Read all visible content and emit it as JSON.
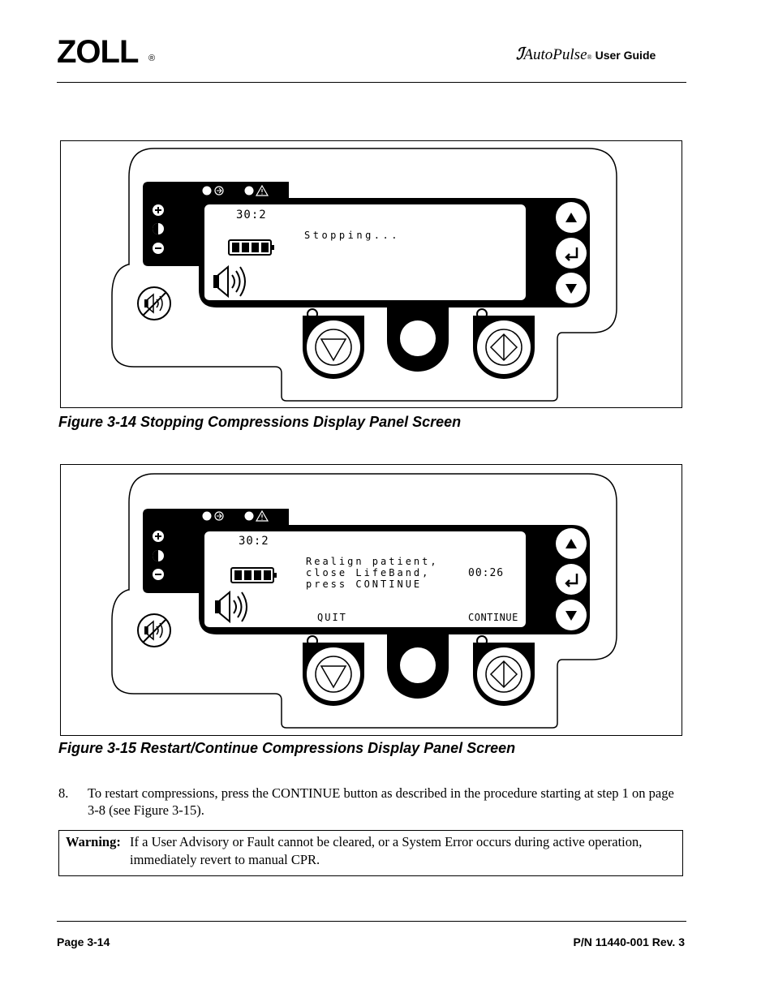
{
  "header": {
    "logo": "ZOLL",
    "logo_reg": "®",
    "brand_mark": "ℐ",
    "brand_name": "AutoPulse",
    "brand_reg": "®",
    "guide_label": "User Guide"
  },
  "figure1": {
    "ratio": "30:2",
    "message": "Stopping...",
    "caption": "Figure 3-14  Stopping Compressions Display Panel Screen"
  },
  "figure2": {
    "ratio": "30:2",
    "message_lines": [
      "Realign patient,",
      "close LifeBand,",
      "press CONTINUE"
    ],
    "timer": "00:26",
    "left_softkey": "QUIT",
    "right_softkey": "CONTINUE",
    "caption": "Figure 3-15  Restart/Continue Compressions Display Panel Screen"
  },
  "panel_icons": [
    "plus-icon",
    "contrast-icon",
    "minus-icon",
    "power-icon",
    "warning-icon",
    "battery-icon",
    "speaker-icon",
    "mute-icon",
    "up-arrow-icon",
    "enter-icon",
    "down-arrow-icon",
    "stop-icon",
    "start-icon"
  ],
  "step": {
    "number": "8.",
    "text": "To restart compressions, press the CONTINUE button as described in the procedure starting at step 1 on page 3-8 (see Figure 3-15)."
  },
  "warning": {
    "label": "Warning:",
    "text": "If a User Advisory or Fault cannot be cleared, or a System Error occurs during active operation, immediately revert to manual CPR."
  },
  "footer": {
    "page": "Page 3-14",
    "part_number": "P/N 11440-001 Rev. 3"
  }
}
